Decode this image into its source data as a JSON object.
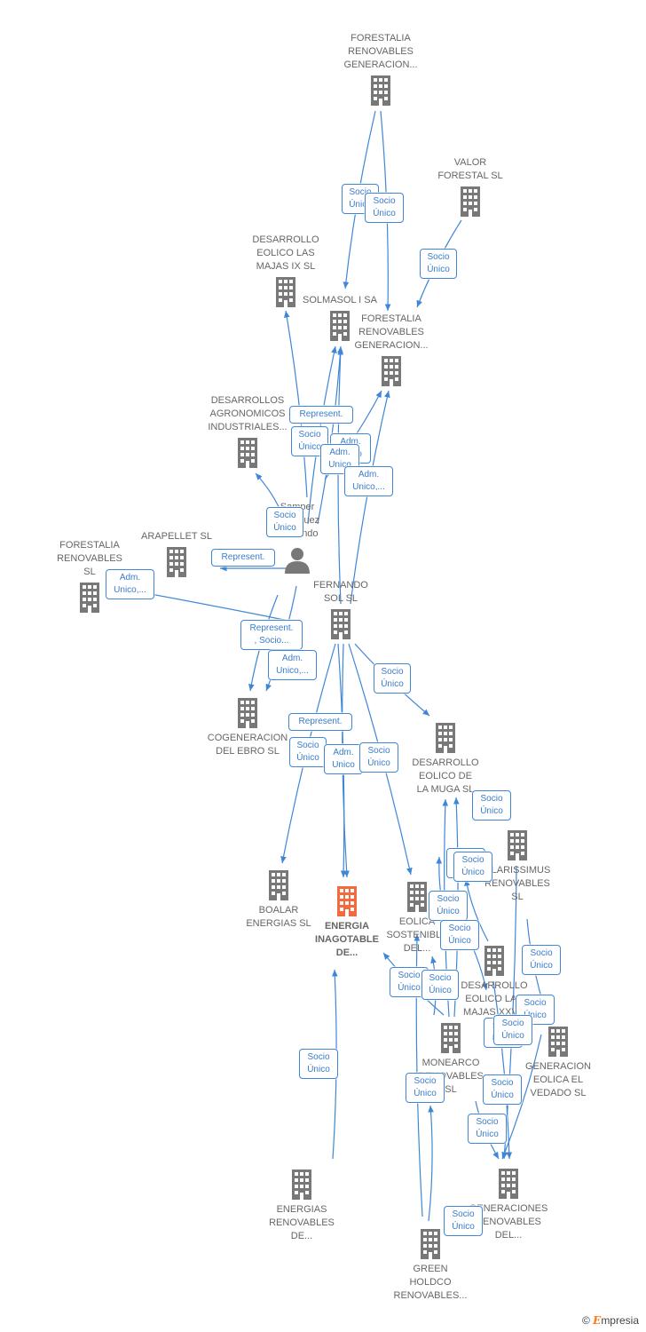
{
  "colors": {
    "edge": "#3f86d6",
    "node": "#787878",
    "main_node": "#f26a3d",
    "label": "#666666"
  },
  "nodes": [
    {
      "id": "forestalia_top",
      "label": "FORESTALIA\nRENOVABLES\nGENERACION...",
      "icon": "building-icon"
    },
    {
      "id": "valor_forestal",
      "label": "VALOR\nFORESTAL SL",
      "icon": "building-icon"
    },
    {
      "id": "desarrollo_majas_ix",
      "label": "DESARROLLO\nEOLICO LAS\nMAJAS IX  SL",
      "icon": "building-icon"
    },
    {
      "id": "solmasol",
      "label": "SOLMASOL I SA",
      "icon": "building-icon"
    },
    {
      "id": "forestalia_mid",
      "label": "FORESTALIA\nRENOVABLES\nGENERACION...",
      "icon": "building-icon"
    },
    {
      "id": "desarrollos_agronomicos",
      "label": "DESARROLLOS\nAGRONOMICOS\nINDUSTRIALES...",
      "icon": "building-icon"
    },
    {
      "id": "samper",
      "label": "Samper\nRodriguez\nFernando",
      "icon": "person-icon"
    },
    {
      "id": "forestalia_left",
      "label": "FORESTALIA\nRENOVABLES\nSL",
      "icon": "building-icon"
    },
    {
      "id": "arapellet",
      "label": "ARAPELLET  SL",
      "icon": "building-icon"
    },
    {
      "id": "fernando_sol",
      "label": "FERNANDO\nSOL SL",
      "icon": "building-icon"
    },
    {
      "id": "cogeneracion",
      "label": "COGENERACION\nDEL EBRO  SL",
      "icon": "building-icon"
    },
    {
      "id": "desarrollo_muga",
      "label": "DESARROLLO\nEOLICO DE\nLA MUGA SL",
      "icon": "building-icon"
    },
    {
      "id": "clarissimus",
      "label": "CLARISSIMUS\nRENOVABLES\nSL",
      "icon": "building-icon"
    },
    {
      "id": "boalar",
      "label": "BOALAR\nENERGIAS  SL",
      "icon": "building-icon"
    },
    {
      "id": "energia_inagotable",
      "label": "ENERGIA\nINAGOTABLE\nDE...",
      "icon": "building-icon",
      "main": true
    },
    {
      "id": "eolica_sostenible",
      "label": "EOLICA\nSOSTENIBLE\nDEL...",
      "icon": "building-icon"
    },
    {
      "id": "desarrollo_majas_xxv",
      "label": "DESARROLLO\nEOLICO LAS\nMAJAS XXV...",
      "icon": "building-icon"
    },
    {
      "id": "generacion_vedado",
      "label": "GENERACION\nEOLICA EL\nVEDADO SL",
      "icon": "building-icon"
    },
    {
      "id": "monearco",
      "label": "MONEARCO\nRENOVABLES\nSL",
      "icon": "building-icon"
    },
    {
      "id": "energias_renovables",
      "label": "ENERGIAS\nRENOVABLES\nDE...",
      "icon": "building-icon"
    },
    {
      "id": "generaciones_renovables",
      "label": "GENERACIONES\nRENOVABLES\nDEL...",
      "icon": "building-icon"
    },
    {
      "id": "green_holdco",
      "label": "GREEN\nHOLDCO\nRENOVABLES...",
      "icon": "building-icon"
    }
  ],
  "edge_labels": [
    "Socio\nÚnico",
    "Socio\nÚnico",
    "Socio\nÚnico",
    "Represent.",
    "Socio\nÚnico",
    "Adm.\nUnico",
    "Adm.\nUnico",
    "Adm.\nUnico,...",
    "Socio\nÚnico",
    "Represent.",
    "Adm.\nUnico,...",
    "Represent.\n, Socio...",
    "Adm.\nUnico,...",
    "Socio\nÚnico",
    "Represent.",
    "Socio\nÚnico",
    "Adm.\nUnico",
    "Socio\nÚnico",
    "Socio\nÚnico",
    "Socio\nÚnico",
    "Socio\nÚnico",
    "Socio\nÚnico",
    "Socio\nÚnico",
    "Socio\nÚnico",
    "Socio\nÚnico",
    "Socio\nÚnico",
    "Socio\nÚnico",
    "Socio\nÚnico",
    "Socio\nÚnico",
    "Socio\nÚnico",
    "Socio\nÚnico",
    "Socio\nÚnico",
    "Socio\nÚnico",
    "Socio\nÚnico"
  ],
  "watermark": {
    "copyright": "©",
    "brand_initial": "E",
    "brand_rest": "mpresia"
  }
}
